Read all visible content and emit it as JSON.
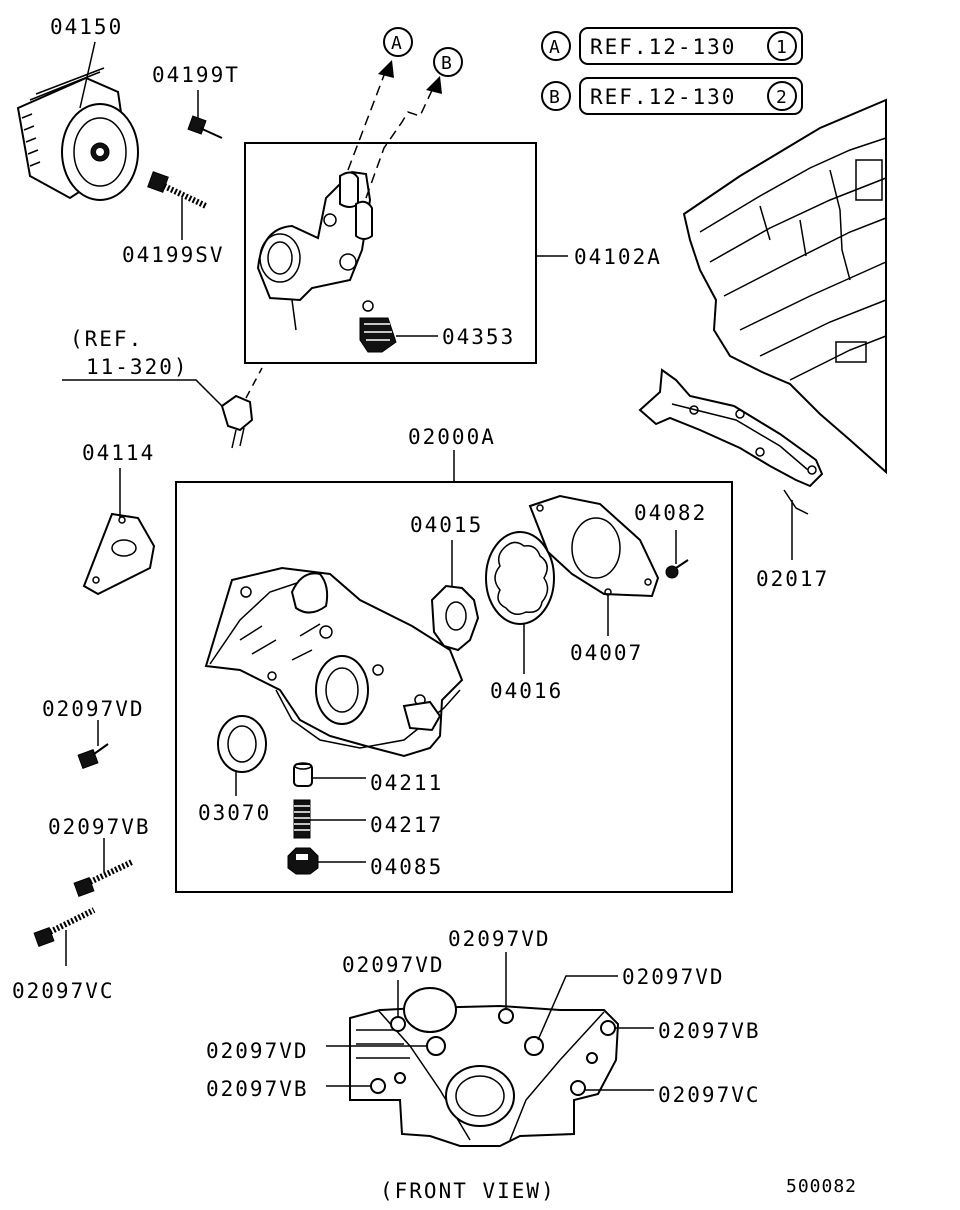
{
  "diagram_id": "500082",
  "front_view_caption": "(FRONT VIEW)",
  "refs": [
    {
      "letter": "A",
      "text": "REF.12-130",
      "num": "1"
    },
    {
      "letter": "B",
      "text": "REF.12-130",
      "num": "2"
    }
  ],
  "ref_note": [
    "(REF.",
    "11-320)"
  ],
  "labels": {
    "p04150": "04150",
    "p04199T": "04199T",
    "p04199SV": "04199SV",
    "p04102A": "04102A",
    "p04353": "04353",
    "p04114": "04114",
    "p02000A": "02000A",
    "p04015": "04015",
    "p04082": "04082",
    "p04007": "04007",
    "p04016": "04016",
    "p02017": "02017",
    "p02097VD_a": "02097VD",
    "p03070": "03070",
    "p04211": "04211",
    "p04217": "04217",
    "p04085": "04085",
    "p02097VB_a": "02097VB",
    "p02097VC_a": "02097VC",
    "fv_vd_top": "02097VD",
    "fv_vd_left": "02097VD",
    "fv_vd_right": "02097VD",
    "fv_vd_mid": "02097VD",
    "fv_vb_right": "02097VB",
    "fv_vb_left": "02097VB",
    "fv_vc_right": "02097VC"
  },
  "arrow_letters": {
    "a": "A",
    "b": "B"
  }
}
